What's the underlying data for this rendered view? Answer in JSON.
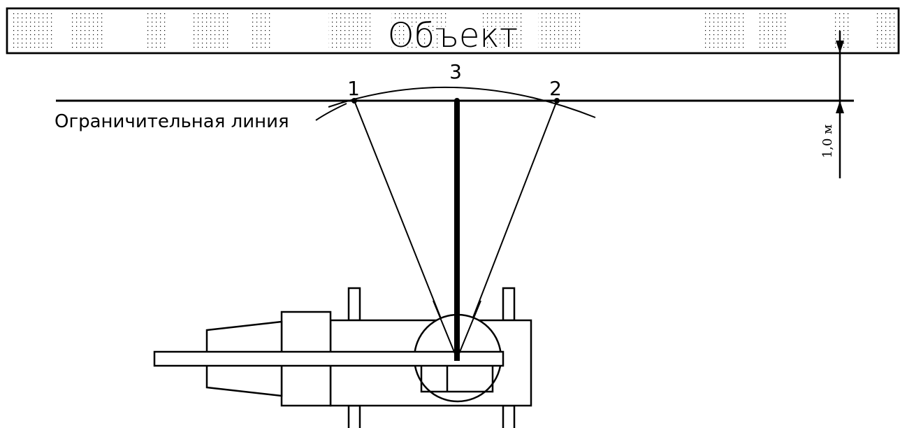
{
  "object_label": "Объект",
  "limit_line_label": "Ограничительная линия",
  "points": {
    "p1": "1",
    "p2": "2",
    "p3": "3"
  },
  "distance_label": "1,0 м",
  "colors": {
    "ink": "#000000",
    "paper": "#ffffff"
  }
}
